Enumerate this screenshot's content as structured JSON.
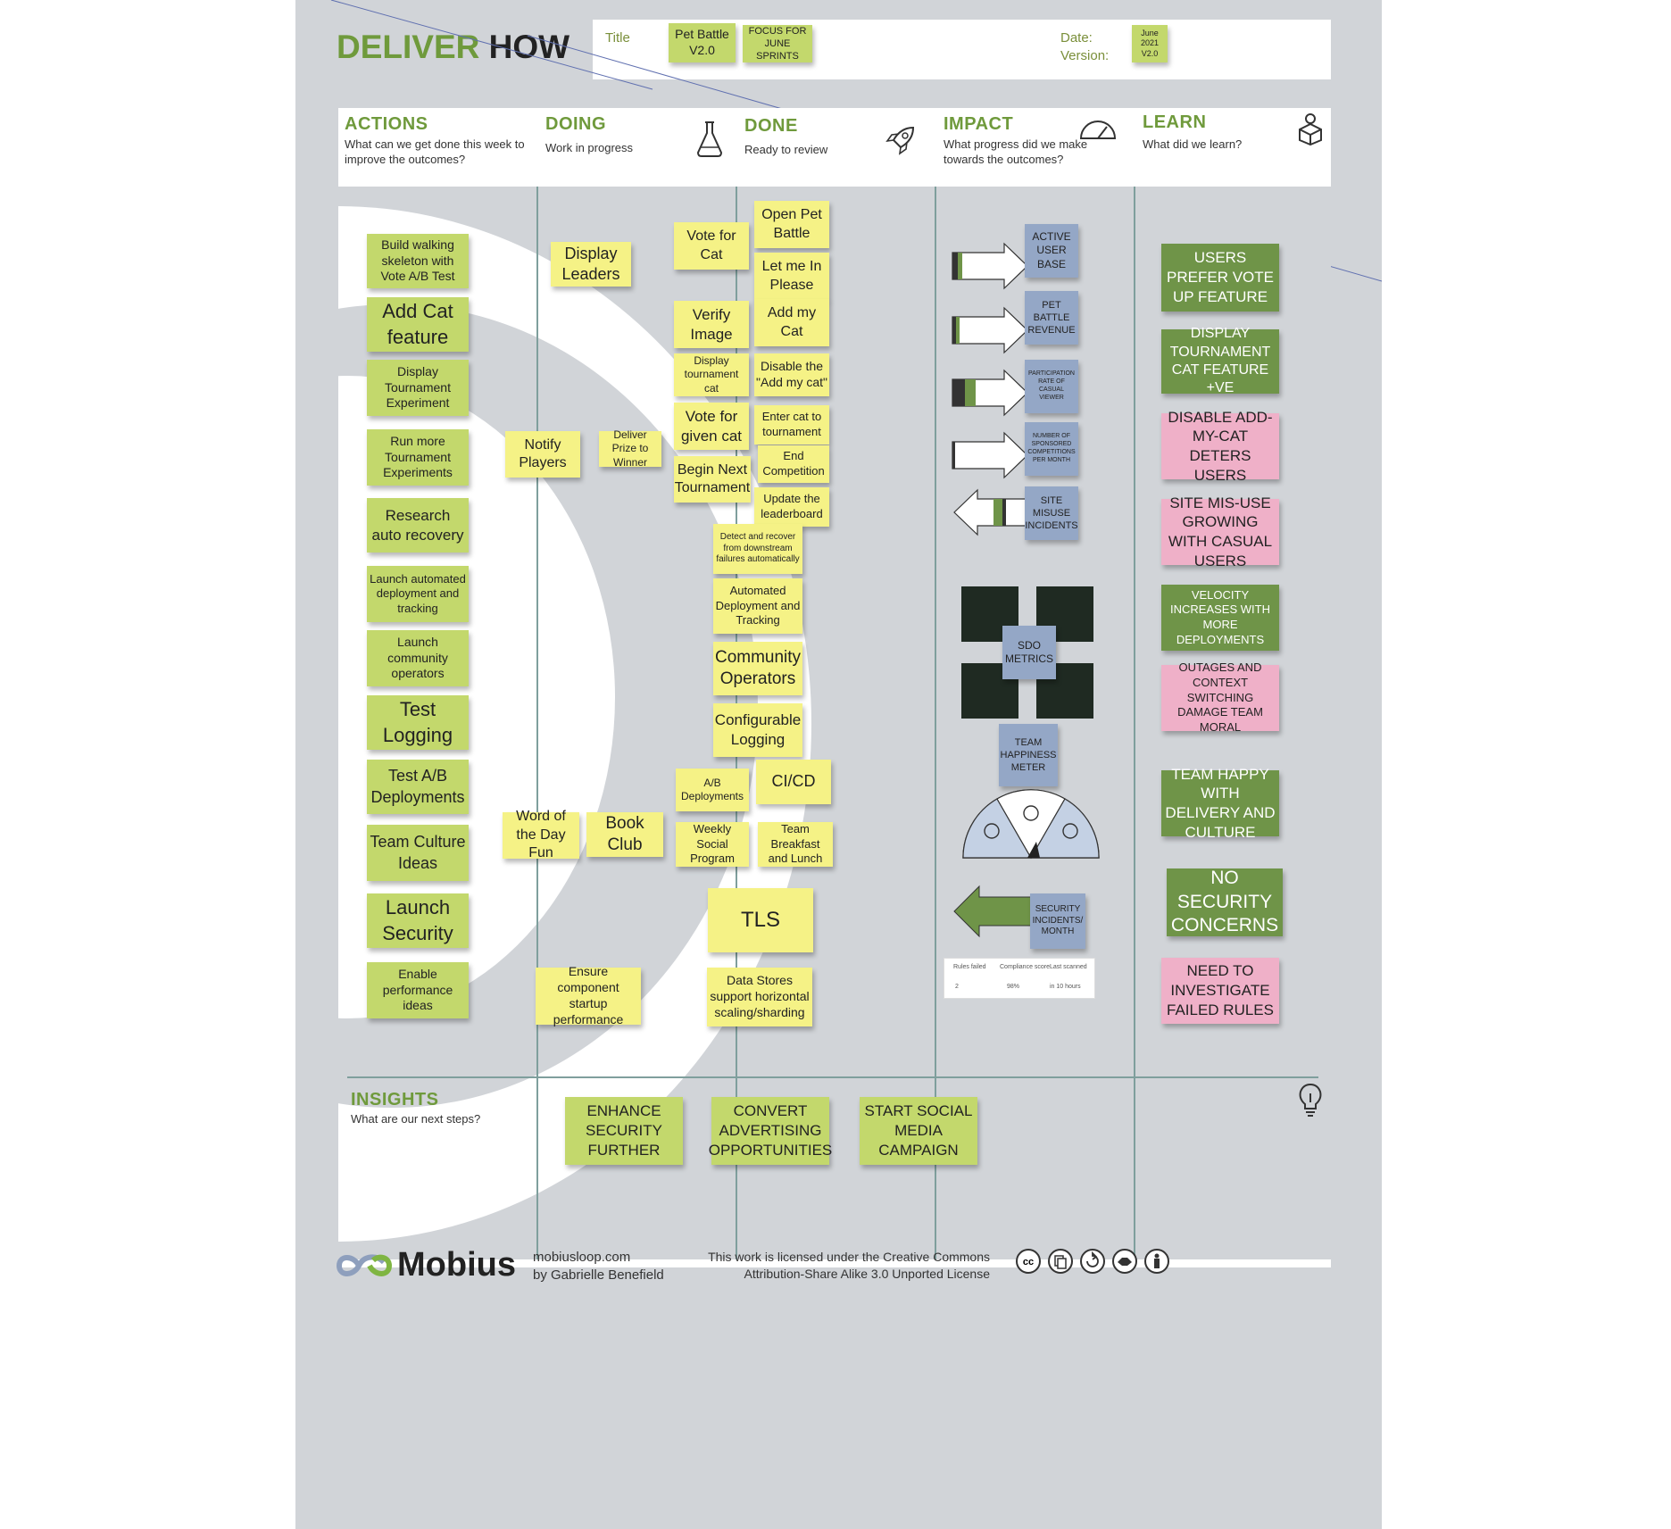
{
  "header": {
    "brand_word_green": "DELIVER",
    "brand_word_dark": "HOW",
    "title_label": "Title",
    "title_notes": [
      "Pet Battle V2.0",
      "FOCUS FOR JUNE SPRINTS"
    ],
    "date_label": "Date:",
    "version_label": "Version:",
    "date_note": "June 2021 V2.0"
  },
  "columns": [
    {
      "title": "ACTIONS",
      "subtitle": "What can we get done this week to improve the outcomes?"
    },
    {
      "title": "DOING",
      "subtitle": "Work in progress"
    },
    {
      "title": "DONE",
      "subtitle": "Ready to review"
    },
    {
      "title": "IMPACT",
      "subtitle": "What progress did we make towards the outcomes?"
    },
    {
      "title": "LEARN",
      "subtitle": "What did we learn?"
    }
  ],
  "actions_notes": [
    "Build walking skeleton with Vote A/B Test",
    "Add Cat feature",
    "Display Tournament Experiment",
    "Run more Tournament Experiments",
    "Research auto recovery",
    "Launch automated deployment and tracking",
    "Launch community operators",
    "Test Logging",
    "Test A/B Deployments",
    "Team Culture Ideas",
    "Launch Security",
    "Enable performance ideas"
  ],
  "doing_notes": [
    "Display Leaders",
    "Notify Players",
    "Deliver Prize to Winner",
    "Word of the Day Fun",
    "Book Club",
    "Ensure component startup performance"
  ],
  "done_notes": [
    "Open Pet Battle",
    "Vote for Cat",
    "Let me In Please",
    "Verify Image",
    "Add my Cat",
    "Display tournament cat",
    "Disable the \"Add my cat\"",
    "Vote for given cat",
    "Enter cat to tournament",
    "End Competition",
    "Begin Next Tournament",
    "Update the leaderboard",
    "Detect and recover from downstream failures automatically",
    "Automated Deployment and Tracking",
    "Community Operators",
    "Configurable Logging",
    "A/B Deployments",
    "CI/CD",
    "Weekly Social Program",
    "Team Breakfast and Lunch",
    "TLS",
    "Data Stores support horizontal scaling/sharding"
  ],
  "impact": {
    "metrics": [
      "ACTIVE USER BASE",
      "PET BATTLE REVENUE",
      "PARTICIPATION RATE OF CASUAL VIEWER",
      "NUMBER OF SPONSORED COMPETITIONS PER MONTH",
      "SITE MISUSE INCIDENTS"
    ],
    "sdo_label": "SDO METRICS",
    "team_happiness_label": "TEAM HAPPINESS METER",
    "security_label": "SECURITY INCIDENTS/ MONTH",
    "table_headers": [
      "Rules failed",
      "Compliance score",
      "Last scanned"
    ],
    "table_row": [
      "2",
      "98%",
      "in 10 hours"
    ]
  },
  "learn_notes": [
    {
      "text": "USERS PREFER VOTE UP FEATURE",
      "kind": "dg"
    },
    {
      "text": "DISPLAY TOURNAMENT CAT FEATURE +VE",
      "kind": "dg"
    },
    {
      "text": "DISABLE ADD-MY-CAT DETERS USERS",
      "kind": "pk"
    },
    {
      "text": "SITE MIS-USE GROWING WITH CASUAL USERS",
      "kind": "pk"
    },
    {
      "text": "VELOCITY INCREASES WITH MORE DEPLOYMENTS",
      "kind": "dg"
    },
    {
      "text": "OUTAGES AND CONTEXT SWITCHING DAMAGE TEAM MORAL",
      "kind": "pk"
    },
    {
      "text": "TEAM HAPPY WITH DELIVERY AND CULTURE",
      "kind": "dg"
    },
    {
      "text": "NO SECURITY CONCERNS",
      "kind": "dg"
    },
    {
      "text": "NEED TO INVESTIGATE FAILED RULES",
      "kind": "pk"
    }
  ],
  "insights": {
    "title": "INSIGHTS",
    "subtitle": "What are our next steps?",
    "notes": [
      "ENHANCE SECURITY FURTHER",
      "CONVERT ADVERTISING OPPORTUNITIES",
      "START SOCIAL MEDIA CAMPAIGN"
    ]
  },
  "footer": {
    "brand": "Mobius",
    "site": "mobiusloop.com",
    "author": "by Gabrielle Benefield",
    "license_line1": "This work is licensed under the Creative Commons",
    "license_line2": "Attribution-Share Alike 3.0 Unported License",
    "cc_icons": [
      "cc-icon",
      "copy-icon",
      "share-icon",
      "handshake-icon",
      "person-icon"
    ]
  },
  "colors": {
    "brand_green": "#6f9a3c",
    "sticky_green": "#c3d86c",
    "sticky_yellow": "#f5f286",
    "sticky_dark_green": "#6f9448",
    "sticky_pink": "#efb0c8",
    "sticky_blue": "#94a7c6"
  }
}
